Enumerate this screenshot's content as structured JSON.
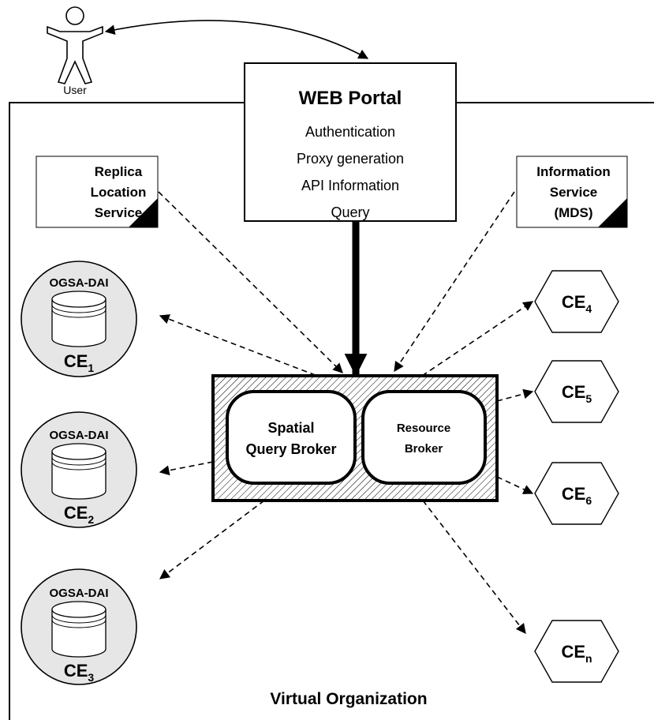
{
  "user": {
    "label": "User"
  },
  "portal": {
    "title": "WEB Portal",
    "items": [
      "Authentication",
      "Proxy generation",
      "API Information",
      "Query"
    ]
  },
  "replica": {
    "lines": [
      "Replica",
      "Location",
      "Service"
    ]
  },
  "mds": {
    "lines": [
      "Information",
      "Service",
      "(MDS)"
    ]
  },
  "databases": [
    {
      "label": "OGSA-DAI",
      "ce": "CE",
      "sub": "1"
    },
    {
      "label": "OGSA-DAI",
      "ce": "CE",
      "sub": "2"
    },
    {
      "label": "OGSA-DAI",
      "ce": "CE",
      "sub": "3"
    }
  ],
  "brokers": {
    "spatial": [
      "Spatial",
      "Query Broker"
    ],
    "resource": [
      "Resource",
      "Broker"
    ]
  },
  "compute_elements": [
    {
      "ce": "CE",
      "sub": "4"
    },
    {
      "ce": "CE",
      "sub": "5"
    },
    {
      "ce": "CE",
      "sub": "6"
    },
    {
      "ce": "CE",
      "sub": "n"
    }
  ],
  "org": {
    "label": "Virtual Organization"
  }
}
